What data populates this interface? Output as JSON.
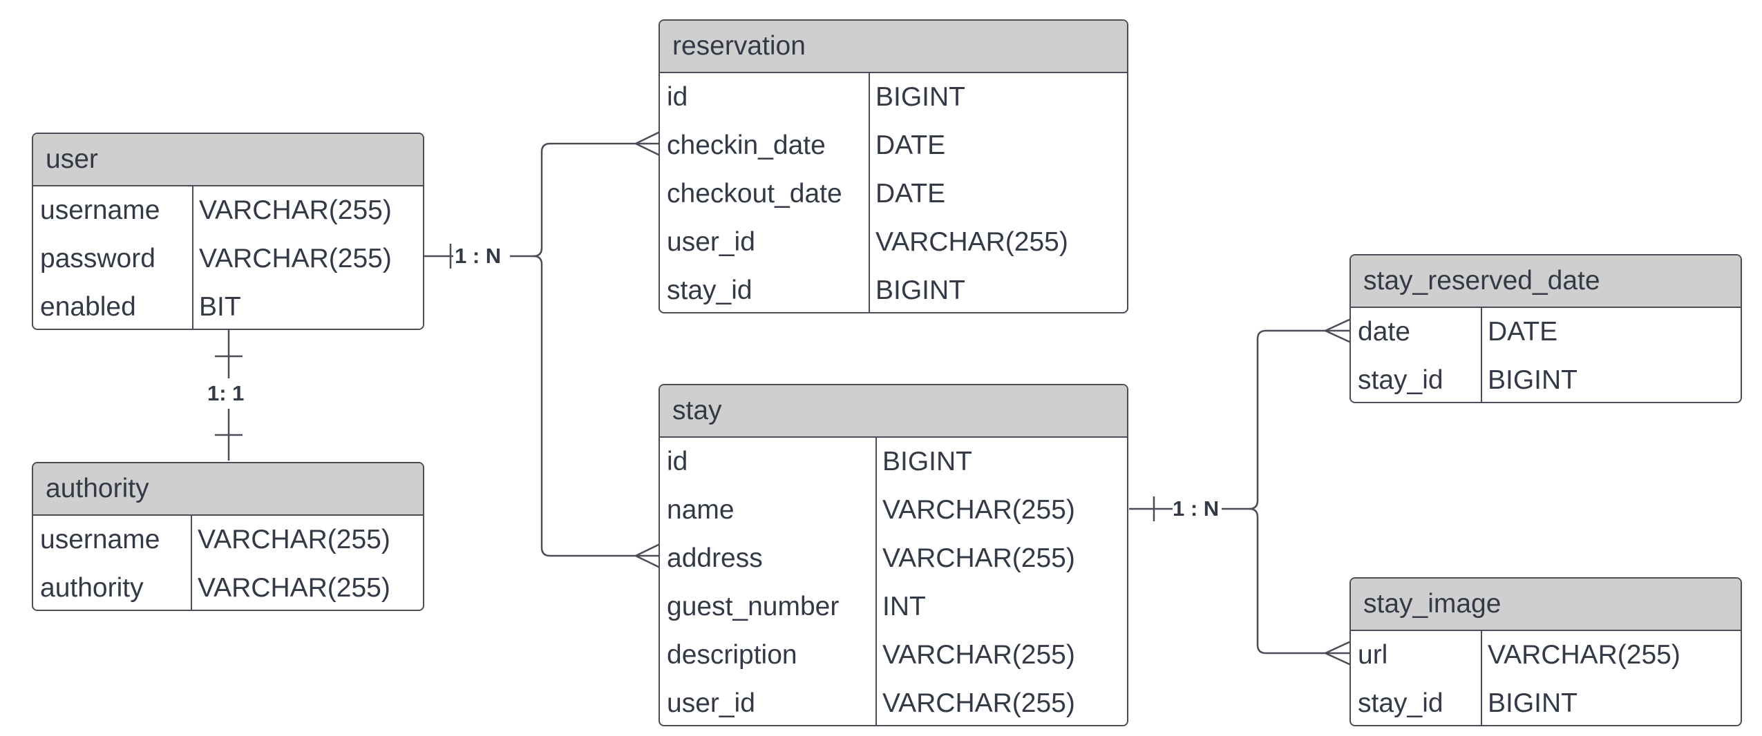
{
  "entities": {
    "reservation": {
      "title": "reservation",
      "columns": [
        {
          "name": "id",
          "type": "BIGINT"
        },
        {
          "name": "checkin_date",
          "type": "DATE"
        },
        {
          "name": "checkout_date",
          "type": "DATE"
        },
        {
          "name": "user_id",
          "type": "VARCHAR(255)"
        },
        {
          "name": "stay_id",
          "type": "BIGINT"
        }
      ]
    },
    "user": {
      "title": "user",
      "columns": [
        {
          "name": "username",
          "type": "VARCHAR(255)"
        },
        {
          "name": "password",
          "type": "VARCHAR(255)"
        },
        {
          "name": "enabled",
          "type": "BIT"
        }
      ]
    },
    "authority": {
      "title": "authority",
      "columns": [
        {
          "name": "username",
          "type": "VARCHAR(255)"
        },
        {
          "name": "authority",
          "type": "VARCHAR(255)"
        }
      ]
    },
    "stay": {
      "title": "stay",
      "columns": [
        {
          "name": "id",
          "type": "BIGINT"
        },
        {
          "name": "name",
          "type": "VARCHAR(255)"
        },
        {
          "name": "address",
          "type": "VARCHAR(255)"
        },
        {
          "name": "guest_number",
          "type": "INT"
        },
        {
          "name": "description",
          "type": "VARCHAR(255)"
        },
        {
          "name": "user_id",
          "type": "VARCHAR(255)"
        }
      ]
    },
    "stay_reserved_date": {
      "title": "stay_reserved_date",
      "columns": [
        {
          "name": "date",
          "type": "DATE"
        },
        {
          "name": "stay_id",
          "type": "BIGINT"
        }
      ]
    },
    "stay_image": {
      "title": "stay_image",
      "columns": [
        {
          "name": "url",
          "type": "VARCHAR(255)"
        },
        {
          "name": "stay_id",
          "type": "BIGINT"
        }
      ]
    }
  },
  "relationships": {
    "user_authority": {
      "label": "1: 1"
    },
    "user_reservation_stay": {
      "label": "1 : N"
    },
    "stay_children": {
      "label": "1 : N"
    }
  },
  "colors": {
    "line": "#4a4d55",
    "header_bg": "#cfcfcf",
    "text": "#333a45"
  }
}
